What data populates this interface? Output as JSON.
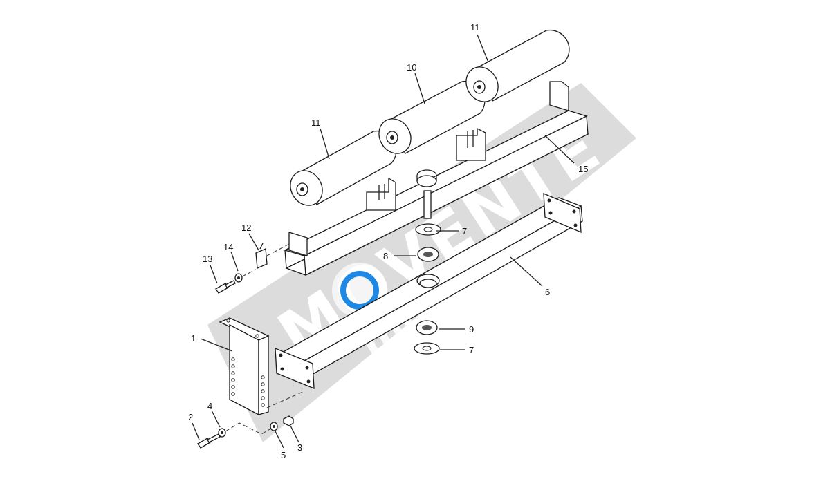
{
  "diagram": {
    "callouts": {
      "c1": "1",
      "c2": "2",
      "c3": "3",
      "c4": "4",
      "c5": "5",
      "c6": "6",
      "c7a": "7",
      "c7b": "7",
      "c8": "8",
      "c9": "9",
      "c10": "10",
      "c11a": "11",
      "c11b": "11",
      "c12": "12",
      "c13": "13",
      "c14": "14",
      "c15": "15"
    },
    "watermark": {
      "brand": "MOVENTE",
      "site": "movente.ru"
    }
  },
  "colors": {
    "line": "#1a1a1a",
    "watermark_band": "#d6d6d6",
    "background": "#ffffff"
  }
}
